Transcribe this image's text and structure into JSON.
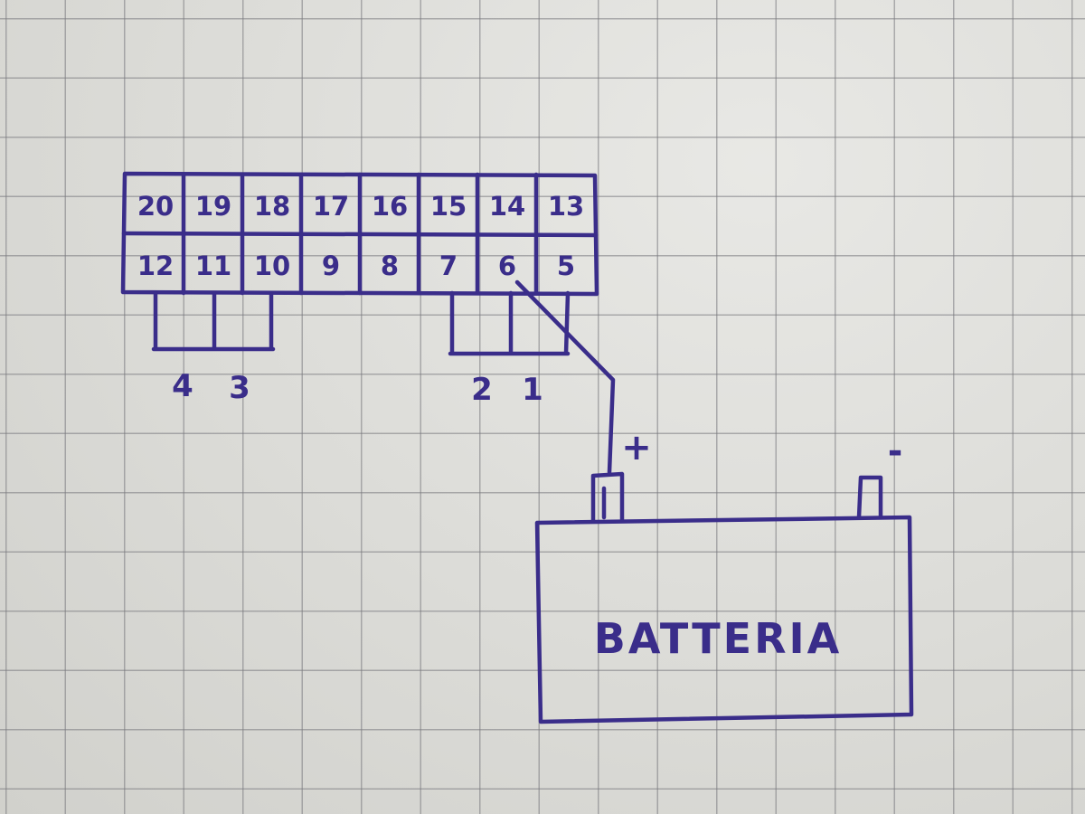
{
  "connector": {
    "top_row": [
      "20",
      "19",
      "18",
      "17",
      "16",
      "15",
      "14",
      "13"
    ],
    "bottom_row": [
      "12",
      "11",
      "10",
      "9",
      "8",
      "7",
      "6",
      "5"
    ]
  },
  "groups": {
    "left": [
      "4",
      "3"
    ],
    "right": [
      "2",
      "1"
    ]
  },
  "battery": {
    "label": "BATTERIA",
    "positive": "+",
    "negative": "-"
  },
  "colors": {
    "ink": "#3a2d8a",
    "paper": "#dcdcd7",
    "grid": "#7a7a7e"
  }
}
